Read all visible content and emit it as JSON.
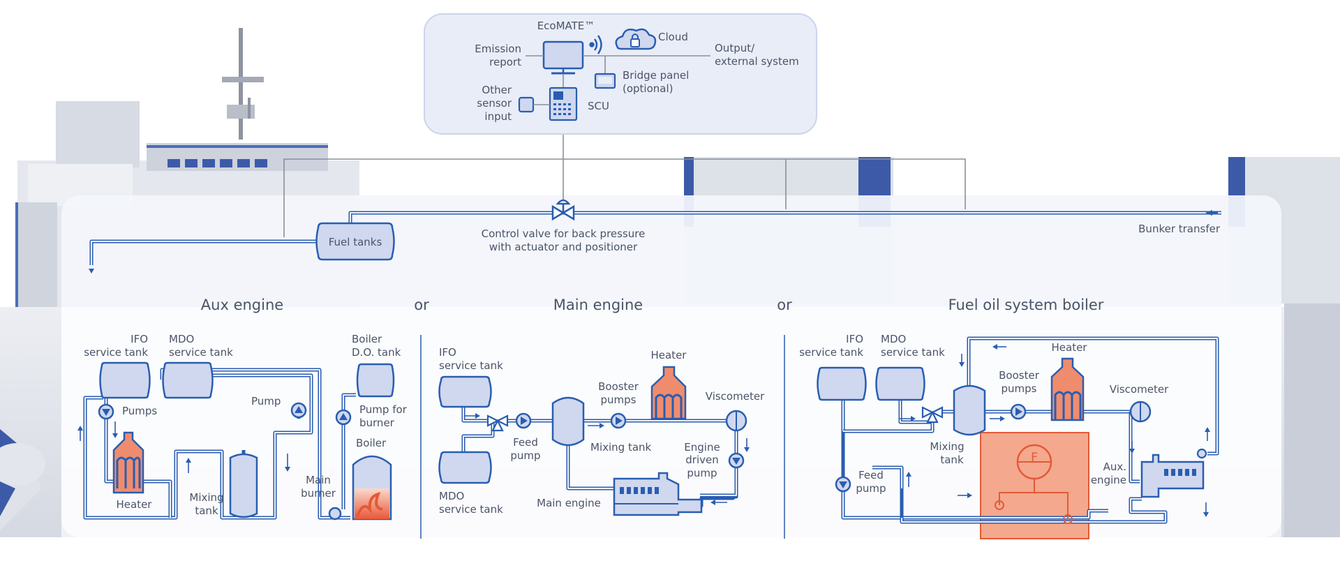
{
  "colors": {
    "pipe": "#2a5db0",
    "tank_fill": "#cfd8ef",
    "heater_accent": "#f08c6e",
    "meter_accent": "#e25a35",
    "text": "#4a5468"
  },
  "top_box": {
    "ecomate": "EcoMATE™",
    "cloud": "Cloud",
    "emission_report": [
      "Emission",
      "report"
    ],
    "output_external": [
      "Output/",
      "external system"
    ],
    "bridge_panel": [
      "Bridge panel",
      "(optional)"
    ],
    "other_sensor": [
      "Other",
      "sensor",
      "input"
    ],
    "scu": "SCU"
  },
  "supply": {
    "fuel_tanks": "Fuel tanks",
    "control_valve": [
      "Control valve for back pressure",
      "with actuator and positioner"
    ],
    "bunker_transfer": "Bunker transfer"
  },
  "sections": {
    "aux_engine": "Aux engine",
    "or_1": "or",
    "main_engine": "Main engine",
    "or_2": "or",
    "boiler": "Fuel oil system boiler"
  },
  "aux": {
    "ifo_tank": [
      "IFO",
      "service tank"
    ],
    "mdo_tank": [
      "MDO",
      "service tank"
    ],
    "boiler_do_tank": [
      "Boiler",
      "D.O. tank"
    ],
    "pumps": "Pumps",
    "pump": "Pump",
    "pump_for_burner": [
      "Pump for",
      "burner"
    ],
    "boiler": "Boiler",
    "heater": "Heater",
    "mixing_tank": [
      "Mixing",
      "tank"
    ],
    "main_burner": [
      "Main",
      "burner"
    ]
  },
  "main": {
    "ifo_tank": [
      "IFO",
      "service tank"
    ],
    "mdo_tank": [
      "MDO",
      "service tank"
    ],
    "heater": "Heater",
    "booster_pumps": [
      "Booster",
      "pumps"
    ],
    "viscometer": "Viscometer",
    "feed_pump": [
      "Feed",
      "pump"
    ],
    "mixing_tank": "Mixing tank",
    "engine_driven_pump": [
      "Engine",
      "driven",
      "pump"
    ],
    "main_engine": "Main engine"
  },
  "boiler_sys": {
    "ifo_tank": [
      "IFO",
      "service tank"
    ],
    "mdo_tank": [
      "MDO",
      "service tank"
    ],
    "heater": "Heater",
    "booster_pumps": [
      "Booster",
      "pumps"
    ],
    "viscometer": "Viscometer",
    "mixing_tank": [
      "Mixing",
      "tank"
    ],
    "feed_pump": [
      "Feed",
      "pump"
    ],
    "aux_engine": [
      "Aux.",
      "engine"
    ],
    "flow_meter": "F"
  }
}
